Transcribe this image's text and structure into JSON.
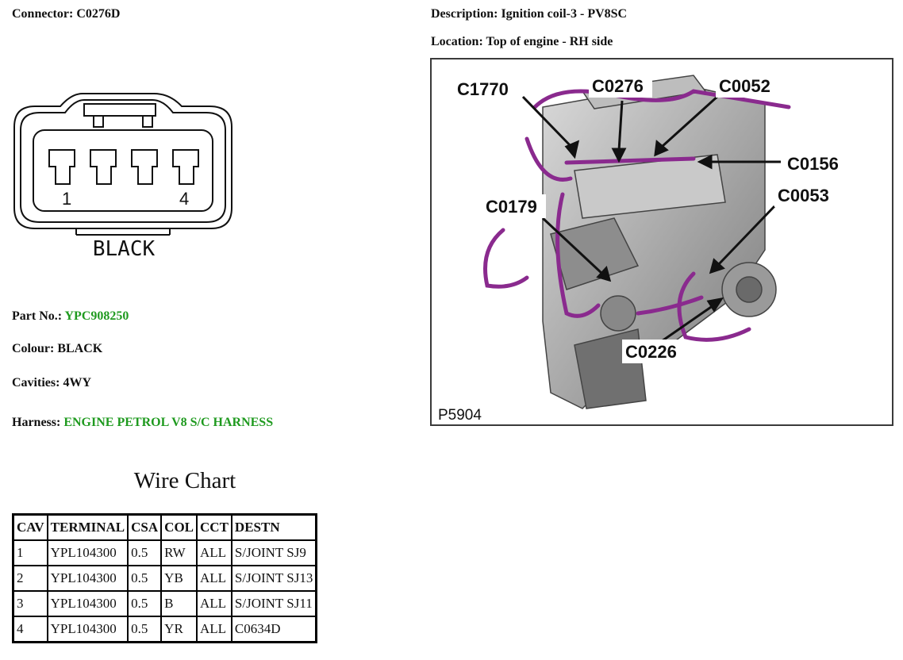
{
  "connector": {
    "label": "Connector:",
    "value": "C0276D"
  },
  "description": {
    "label": "Description:",
    "value": "Ignition coil-3 - PV8SC"
  },
  "location": {
    "label": "Location:",
    "value": "Top of engine - RH side"
  },
  "diagram": {
    "pin_first": "1",
    "pin_last": "4",
    "colour_label": "BLACK"
  },
  "figure": {
    "id": "P5904",
    "callouts": [
      "C1770",
      "C0276",
      "C0052",
      "C0156",
      "C0179",
      "C0053",
      "C0226"
    ]
  },
  "details": {
    "part_no": {
      "label": "Part No.:",
      "value": "YPC908250"
    },
    "colour": {
      "label": "Colour:",
      "value": "BLACK"
    },
    "cavities": {
      "label": "Cavities:",
      "value": "4WY"
    },
    "harness": {
      "label": "Harness:",
      "value": "ENGINE PETROL V8 S/C HARNESS"
    }
  },
  "wire_chart": {
    "title": "Wire Chart",
    "headers": [
      "CAV",
      "TERMINAL",
      "CSA",
      "COL",
      "CCT",
      "DESTN"
    ],
    "rows": [
      [
        "1",
        "YPL104300",
        "0.5",
        "RW",
        "ALL",
        "S/JOINT SJ9"
      ],
      [
        "2",
        "YPL104300",
        "0.5",
        "YB",
        "ALL",
        "S/JOINT SJ13"
      ],
      [
        "3",
        "YPL104300",
        "0.5",
        "B",
        "ALL",
        "S/JOINT SJ11"
      ],
      [
        "4",
        "YPL104300",
        "0.5",
        "YR",
        "ALL",
        "C0634D"
      ]
    ]
  },
  "colors": {
    "highlight_text": "#1f9a1f",
    "harness_wire": "#8a2a8e"
  }
}
